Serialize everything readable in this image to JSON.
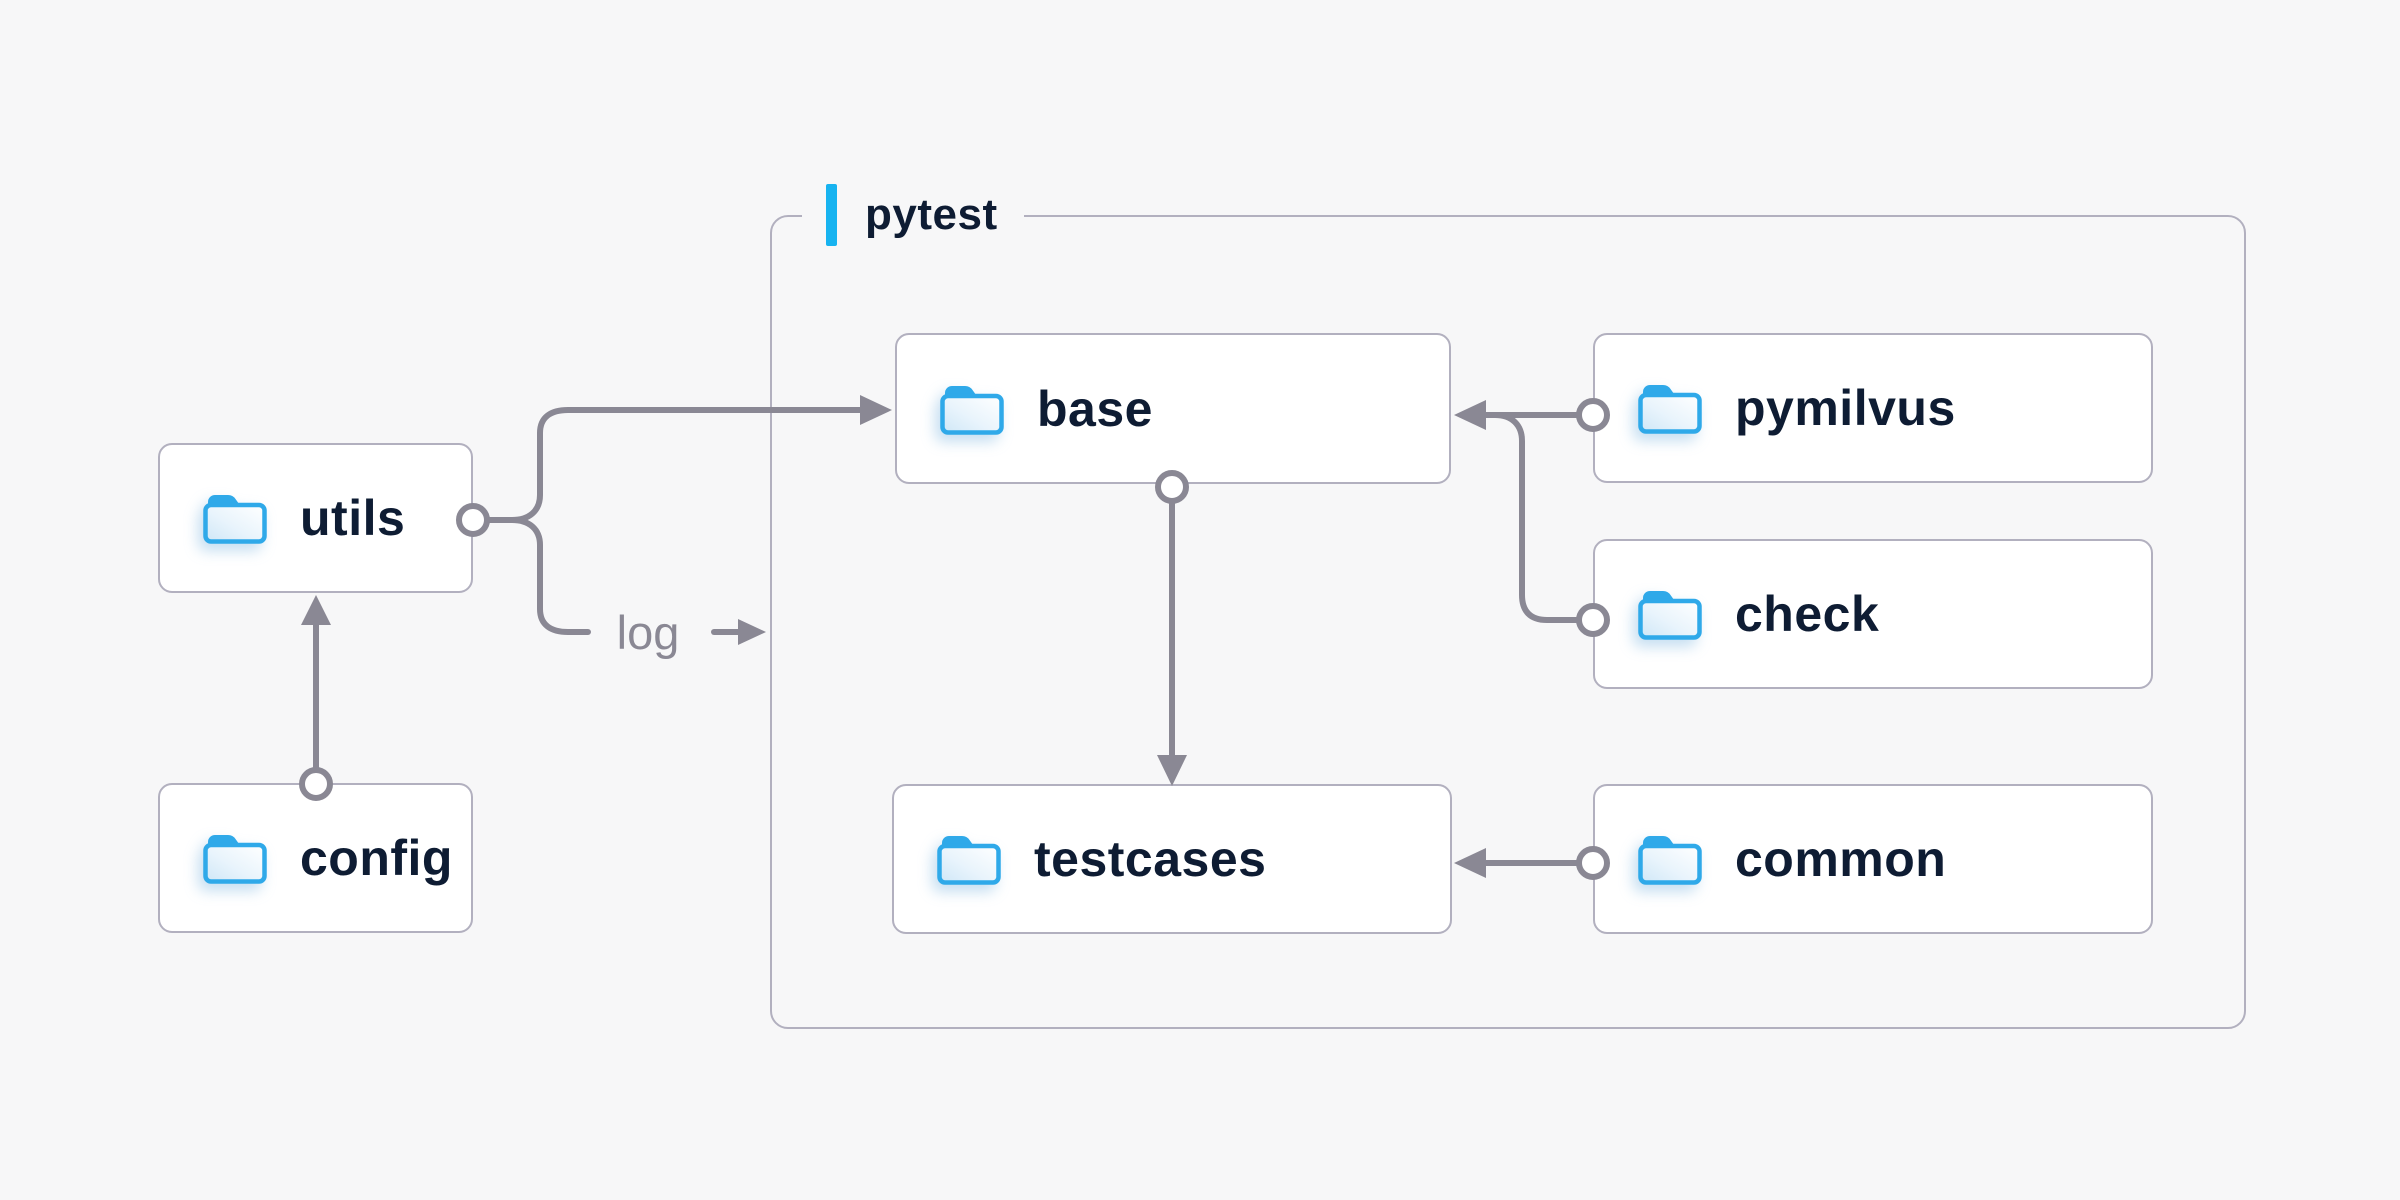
{
  "diagram": {
    "type": "folder-dependency-diagram",
    "description_visible_elements": "folder nodes linked by arrows inside and around a pytest group"
  },
  "container": {
    "label": "pytest"
  },
  "nodes": [
    {
      "id": "utils",
      "label": "utils",
      "icon": "folder-icon",
      "group": null
    },
    {
      "id": "config",
      "label": "config",
      "icon": "folder-icon",
      "group": null
    },
    {
      "id": "base",
      "label": "base",
      "icon": "folder-icon",
      "group": "pytest"
    },
    {
      "id": "pymilvus",
      "label": "pymilvus",
      "icon": "folder-icon",
      "group": "pytest"
    },
    {
      "id": "check",
      "label": "check",
      "icon": "folder-icon",
      "group": "pytest"
    },
    {
      "id": "testcases",
      "label": "testcases",
      "icon": "folder-icon",
      "group": "pytest"
    },
    {
      "id": "common",
      "label": "common",
      "icon": "folder-icon",
      "group": "pytest"
    }
  ],
  "edges": [
    {
      "from": "utils",
      "to": "base",
      "style": "arrow"
    },
    {
      "from": "utils",
      "to": "log",
      "style": "labeled-arrow"
    },
    {
      "from": "config",
      "to": "utils",
      "style": "arrow"
    },
    {
      "from": "base",
      "to": "testcases",
      "style": "arrow"
    },
    {
      "from": "pymilvus",
      "to": "base",
      "style": "arrow"
    },
    {
      "from": "check",
      "to": "base",
      "style": "arrow"
    },
    {
      "from": "common",
      "to": "testcases",
      "style": "arrow"
    }
  ],
  "annotations": {
    "log_label": "log"
  },
  "colors": {
    "background": "#f7f7f8",
    "box_border": "#b2b0bf",
    "connector": "#8a8894",
    "text_dark": "#0e1c33",
    "accent_cyan": "#17b3f0",
    "folder_blue": "#2fa9e9"
  }
}
